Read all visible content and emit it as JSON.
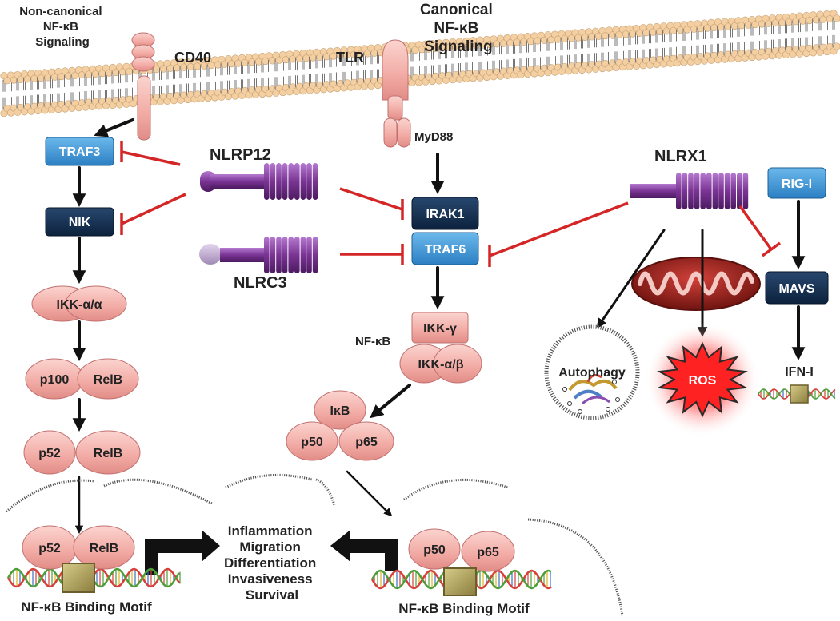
{
  "labels": {
    "noncanonical": [
      "Non-canonical",
      "NF-κB",
      "Signaling"
    ],
    "canonical": [
      "Canonical",
      "NF-κB",
      "Signaling"
    ],
    "cd40": "CD40",
    "tlr": "TLR",
    "myd88": "MyD88",
    "nlrp12": "NLRP12",
    "nlrc3": "NLRC3",
    "nlrx1": "NLRX1",
    "nfkb": "NF-κB",
    "autophagy": "Autophagy",
    "ros": "ROS",
    "ifn": "IFN-I",
    "binding_left": "NF-κB Binding Motif",
    "binding_right": "NF-κB Binding Motif"
  },
  "boxes": {
    "traf3": "TRAF3",
    "nik": "NIK",
    "irak1": "IRAK1",
    "traf6": "TRAF6",
    "rigi": "RIG-I",
    "mavs": "MAVS"
  },
  "proteins": {
    "ikk_aa": "IKK-α/α",
    "p100": "p100",
    "relb1": "RelB",
    "p52a": "p52",
    "relb2": "RelB",
    "p52b": "p52",
    "relb3": "RelB",
    "ikk_g": "IKK-γ",
    "ikk_ab": "IKK-α/β",
    "ikb": "IκB",
    "p50a": "p50",
    "p65a": "p65",
    "p50b": "p50",
    "p65b": "p65"
  },
  "outcomes": [
    "Inflammation",
    "Migration",
    "Differentiation",
    "Invasiveness",
    "Survival"
  ],
  "colors": {
    "membrane_head": "#f3cfa2",
    "membrane_tail": "#777777",
    "receptor_pink": "#f0a8a0",
    "protein_pink": "#f4b2ae",
    "protein_edge": "#c27070",
    "box_light_blue": "#3f97d8",
    "box_dark_navy": "#0f2b4c",
    "nlr_purple": "#7a3494",
    "inhibit_red": "#d42626",
    "dna_red": "#d6403a",
    "dna_green": "#4d9e3a",
    "motif_olive": "#b0a35e",
    "mito_red": "#8d1c17"
  }
}
